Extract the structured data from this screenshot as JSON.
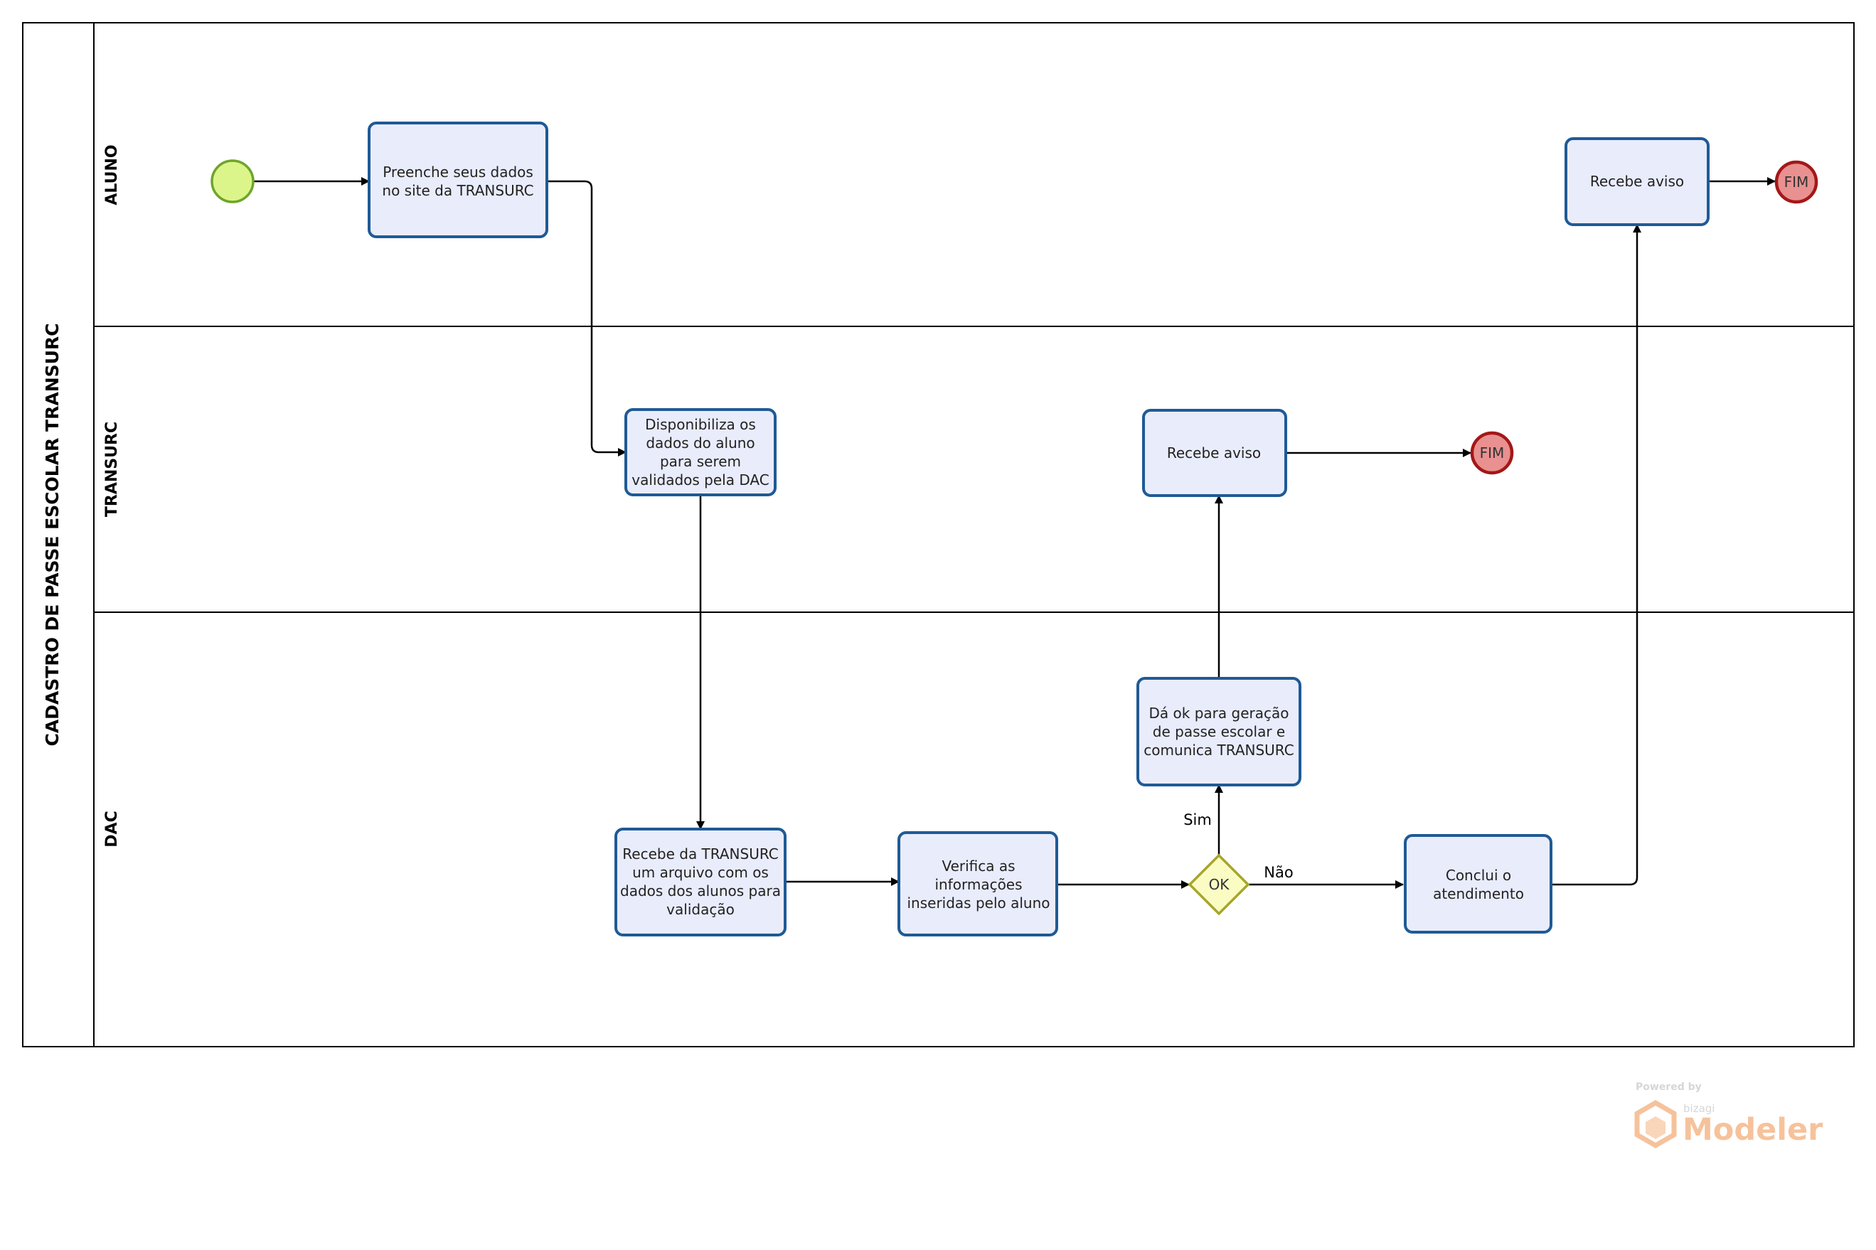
{
  "pool": {
    "title": "CADASTRO DE  PASSE  ESCOLAR  TRANSURC"
  },
  "lanes": [
    {
      "label": "ALUNO"
    },
    {
      "label": "TRANSURC"
    },
    {
      "label": "DAC"
    }
  ],
  "tasks": {
    "preenche": [
      "Preenche seus dados",
      "no site da TRANSURC"
    ],
    "disponibiliza": [
      "Disponibiliza os",
      "dados do aluno",
      "para serem",
      "validados pela DAC"
    ],
    "recebe_transurc": [
      "Recebe da TRANSURC",
      "um arquivo com os",
      "dados dos alunos para",
      "validação"
    ],
    "verifica": [
      "Verifica as",
      "informações",
      "inseridas pelo aluno"
    ],
    "da_ok": [
      "Dá ok para geração",
      "de passe escolar e",
      "comunica TRANSURC"
    ],
    "recebe_aviso_transurc": [
      "Recebe aviso"
    ],
    "conclui": [
      "Conclui o",
      "atendimento"
    ],
    "recebe_aviso_aluno": [
      "Recebe aviso"
    ]
  },
  "events": {
    "end_transurc": "FIM",
    "end_aluno": "FIM"
  },
  "gateway": {
    "label": "OK"
  },
  "flow_labels": {
    "yes": "Sim",
    "no": "Não"
  },
  "watermark": {
    "powered_by": "Powered by",
    "brand_small": "bizagi",
    "brand": "Modeler"
  },
  "colors": {
    "task_fill": "#e9ecfb",
    "task_stroke": "#1f5a96",
    "start_fill": "#dcf58a",
    "end_fill": "#e99090",
    "gateway_fill": "#fbfbc4",
    "watermark": "#f5b88a"
  }
}
